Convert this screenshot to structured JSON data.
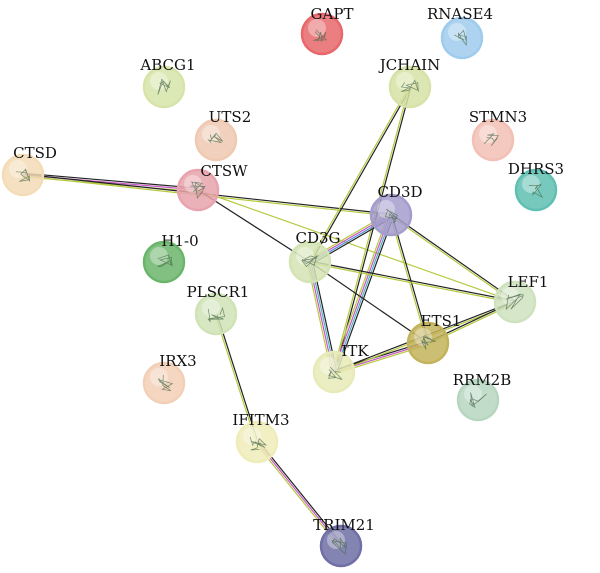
{
  "nodes": [
    {
      "id": "GAPT",
      "label": "GAPT",
      "color": "#e8676b"
    },
    {
      "id": "RNASE4",
      "label": "RNASE4",
      "color": "#9fcbed"
    },
    {
      "id": "ABCG1",
      "label": "ABCG1",
      "color": "#d6e4a8"
    },
    {
      "id": "JCHAIN",
      "label": "JCHAIN",
      "color": "#d6e2a6"
    },
    {
      "id": "UTS2",
      "label": "UTS2",
      "color": "#efc9b2"
    },
    {
      "id": "STMN3",
      "label": "STMN3",
      "color": "#f2c0b4"
    },
    {
      "id": "CTSD",
      "label": "CTSD",
      "color": "#f3dcb6"
    },
    {
      "id": "CTSW",
      "label": "CTSW",
      "color": "#e8a3ad"
    },
    {
      "id": "DHRS3",
      "label": "DHRS3",
      "color": "#5fbfb2"
    },
    {
      "id": "CD3D",
      "label": "CD3D",
      "color": "#a59ccc"
    },
    {
      "id": "CD3G",
      "label": "CD3G",
      "color": "#d4e3b4"
    },
    {
      "id": "H1-0",
      "label": "H1-0",
      "color": "#6bb56b"
    },
    {
      "id": "LEF1",
      "label": "LEF1",
      "color": "#cfe2bf"
    },
    {
      "id": "PLSCR1",
      "label": "PLSCR1",
      "color": "#cfe3b7"
    },
    {
      "id": "ETS1",
      "label": "ETS1",
      "color": "#c3b35a"
    },
    {
      "id": "ITK",
      "label": "ITK",
      "color": "#e8eab8"
    },
    {
      "id": "IRX3",
      "label": "IRX3",
      "color": "#f2cfb6"
    },
    {
      "id": "RRM2B",
      "label": "RRM2B",
      "color": "#b6d6bf"
    },
    {
      "id": "IFITM3",
      "label": "IFITM3",
      "color": "#eeecb8"
    },
    {
      "id": "TRIM21",
      "label": "TRIM21",
      "color": "#6f6fa6"
    }
  ],
  "edges": [
    {
      "source": "CTSD",
      "target": "CTSW",
      "colors": [
        "#222222",
        "#c657c6",
        "#b7c93e"
      ]
    },
    {
      "source": "CTSD",
      "target": "CD3D",
      "colors": [
        "#222222",
        "#b7c93e"
      ]
    },
    {
      "source": "CTSW",
      "target": "CD3G",
      "colors": [
        "#222222"
      ]
    },
    {
      "source": "CTSW",
      "target": "LEF1",
      "colors": [
        "#b7c93e"
      ]
    },
    {
      "source": "JCHAIN",
      "target": "CD3G",
      "colors": [
        "#222222",
        "#b7c93e"
      ]
    },
    {
      "source": "JCHAIN",
      "target": "ITK",
      "colors": [
        "#222222",
        "#b7c93e"
      ]
    },
    {
      "source": "CD3D",
      "target": "CD3G",
      "colors": [
        "#222222",
        "#4f8fd6",
        "#c657c6",
        "#b7c93e"
      ]
    },
    {
      "source": "CD3D",
      "target": "ITK",
      "colors": [
        "#222222",
        "#4fb0c6",
        "#c657c6",
        "#b7c93e"
      ]
    },
    {
      "source": "CD3D",
      "target": "ETS1",
      "colors": [
        "#222222",
        "#b7c93e"
      ]
    },
    {
      "source": "CD3D",
      "target": "LEF1",
      "colors": [
        "#222222",
        "#b7c93e"
      ]
    },
    {
      "source": "CD3G",
      "target": "ITK",
      "colors": [
        "#222222",
        "#4fb0c6",
        "#c657c6",
        "#b7c93e"
      ]
    },
    {
      "source": "CD3G",
      "target": "ETS1",
      "colors": [
        "#222222"
      ]
    },
    {
      "source": "CD3G",
      "target": "LEF1",
      "colors": [
        "#222222",
        "#b7c93e"
      ]
    },
    {
      "source": "ITK",
      "target": "ETS1",
      "colors": [
        "#222222",
        "#c657c6",
        "#b7c93e"
      ]
    },
    {
      "source": "ITK",
      "target": "LEF1",
      "colors": [
        "#222222",
        "#b7c93e"
      ]
    },
    {
      "source": "ETS1",
      "target": "LEF1",
      "colors": [
        "#222222",
        "#b7c93e"
      ]
    },
    {
      "source": "PLSCR1",
      "target": "IFITM3",
      "colors": [
        "#222222",
        "#b7c93e"
      ]
    },
    {
      "source": "IFITM3",
      "target": "TRIM21",
      "colors": [
        "#222222",
        "#c657c6",
        "#b7c93e"
      ]
    }
  ]
}
